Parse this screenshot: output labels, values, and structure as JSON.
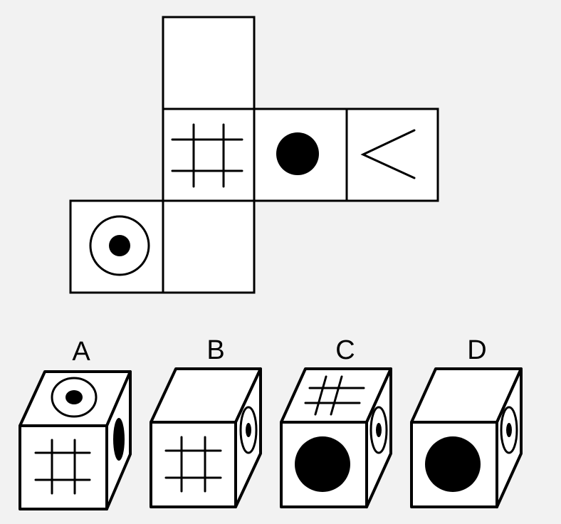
{
  "net": {
    "faces": [
      {
        "id": "top-extension",
        "symbol": "blank"
      },
      {
        "id": "center",
        "symbol": "hash"
      },
      {
        "id": "right",
        "symbol": "dot"
      },
      {
        "id": "far-right",
        "symbol": "chevron-left"
      },
      {
        "id": "bottom",
        "symbol": "blank"
      },
      {
        "id": "bottom-left",
        "symbol": "target"
      }
    ]
  },
  "options": [
    {
      "label": "A",
      "top": "target",
      "front": "hash",
      "side": "oval-solid"
    },
    {
      "label": "B",
      "top": "blank",
      "front": "hash",
      "side": "target-oval"
    },
    {
      "label": "C",
      "top": "hash",
      "front": "dot",
      "side": "target-oval"
    },
    {
      "label": "D",
      "top": "blank",
      "front": "dot",
      "side": "target-oval"
    }
  ],
  "colors": {
    "ink": "#000000",
    "face": "#ffffff",
    "background": "#f2f2f2"
  }
}
